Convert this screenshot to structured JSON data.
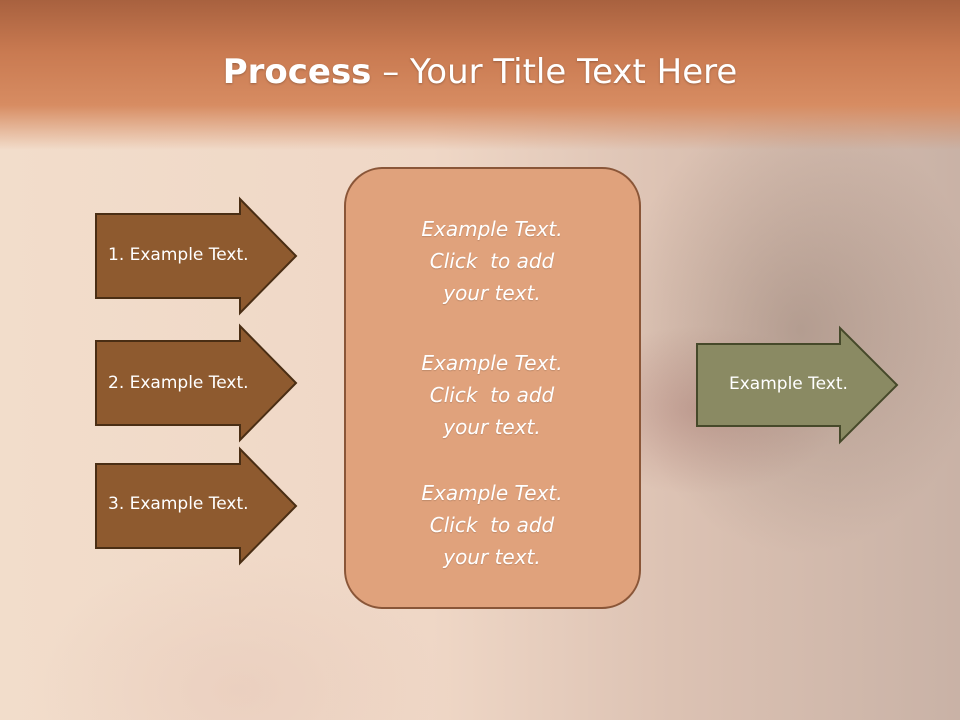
{
  "slide": {
    "title_bold": "Process",
    "title_rest": " – Your Title Text Here",
    "left_arrows": [
      {
        "label": "1. Example Text."
      },
      {
        "label": "2. Example Text."
      },
      {
        "label": "3. Example Text."
      }
    ],
    "center_box": [
      {
        "line1": "Example Text.",
        "line2": "Click  to add",
        "line3": "your text."
      },
      {
        "line1": "Example Text.",
        "line2": "Click  to add",
        "line3": "your text."
      },
      {
        "line1": "Example Text.",
        "line2": "Click  to add",
        "line3": "your text."
      }
    ],
    "right_arrow": {
      "label": "Example Text."
    },
    "colors": {
      "left_arrow_fill": "#8e5a2f",
      "center_box_fill": "#e0a27c",
      "right_arrow_fill": "#8a8a63",
      "title_band": "#c97a51"
    }
  }
}
